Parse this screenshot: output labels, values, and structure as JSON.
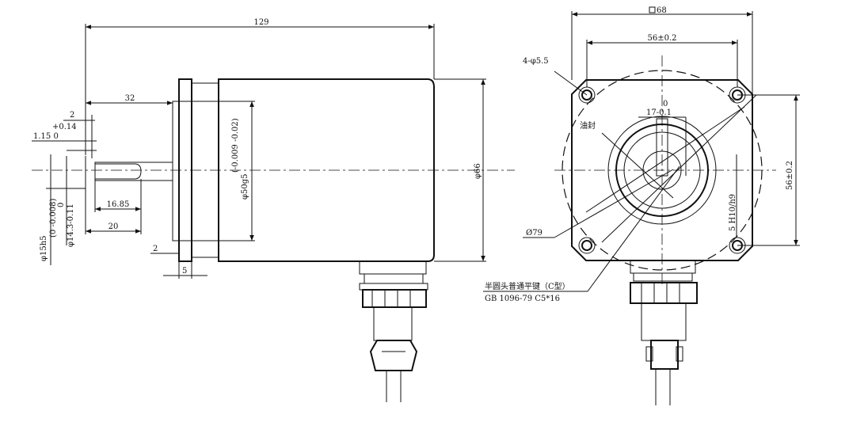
{
  "side_view": {
    "overall_length": "129",
    "flange_to_shaft_end": "32",
    "collar_width": "2",
    "tolerance_upper": "+0.14",
    "key_depth": "1.15  0",
    "key_length": "16.85",
    "key_offset": "20",
    "flange_thickness": "2",
    "flange_width": "5",
    "body_diameter": "φ66",
    "pilot_diameter": "φ50g5",
    "pilot_tolerance": "(-0.009 -0.02)",
    "shaft_diameter": "φ15h5",
    "shaft_tolerance": "(0 -0.008)",
    "key_height": "φ14.3-0.11",
    "key_height_zero": "0"
  },
  "front_view": {
    "flange_square": "68",
    "hole_spacing_h": "56±0.2",
    "hole_spacing_v": "56±0.2",
    "mount_holes": "4-φ5.5",
    "keyway_width": "17-0.1",
    "keyway_zero": "0",
    "oil_seal": "油封",
    "bolt_circle": "Ø79",
    "keyway_fit": "5 H10/h9",
    "key_note_1": "半圆头普通平键（C型）",
    "key_note_2": "GB 1096-79 C5*16"
  }
}
